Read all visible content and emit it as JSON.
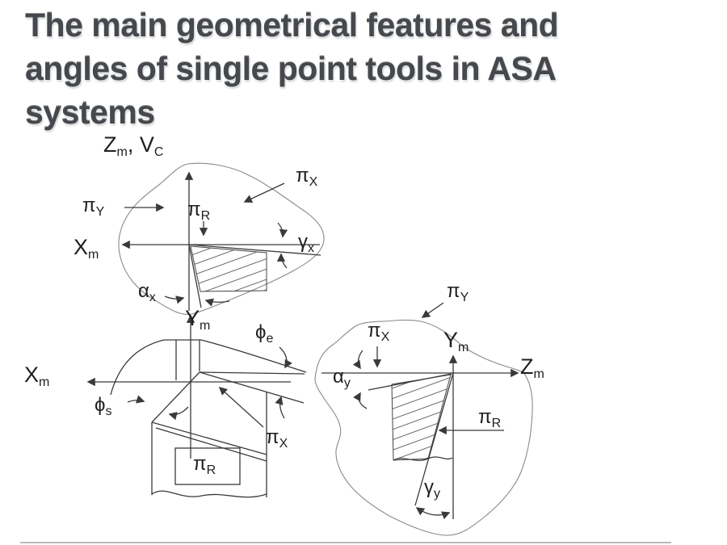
{
  "title": {
    "lines": [
      "The main geometrical features and",
      "angles of single point tools in ASA",
      "systems"
    ]
  },
  "colors": {
    "background": "#ffffff",
    "title_text": "#45494d",
    "diagram_line": "#3a3a3a",
    "blob_outline": "#8a8a8a",
    "divider": "#b7bbbf"
  },
  "labels": {
    "d1_axis_zv": {
      "p1": "Z",
      "s1": "m",
      "p2": ", ",
      "p3": "V",
      "s3": "C"
    },
    "d1_pi_y": {
      "main": "π",
      "sub": "Y"
    },
    "d1_pi_r": {
      "main": "π",
      "sub": "R"
    },
    "d1_pi_x": {
      "main": "π",
      "sub": "X"
    },
    "d1_x_m": {
      "main": "X",
      "sub": "m"
    },
    "d1_gamma_x": {
      "main": "γ",
      "sub": "x"
    },
    "d1_alpha_x": {
      "main": "α",
      "sub": "x"
    },
    "d12_y_m": {
      "main": "Y",
      "sub": "m"
    },
    "d2_phi_e": {
      "main": "ϕ",
      "sub": "e"
    },
    "d2_x_m": {
      "main": "X",
      "sub": "m"
    },
    "d2_phi_s": {
      "main": "ϕ",
      "sub": "s"
    },
    "d2_pi_x": {
      "main": "π",
      "sub": "X"
    },
    "d2_pi_r": {
      "main": "π",
      "sub": "R"
    },
    "d3_pi_y": {
      "main": "π",
      "sub": "Y"
    },
    "d3_pi_x": {
      "main": "π",
      "sub": "X"
    },
    "d3_y_m": {
      "main": "Y",
      "sub": "m"
    },
    "d3_z_m": {
      "main": "Z",
      "sub": "m"
    },
    "d3_alpha_y": {
      "main": "α",
      "sub": "y"
    },
    "d3_pi_r": {
      "main": "π",
      "sub": "R"
    },
    "d3_gamma_y": {
      "main": "γ",
      "sub": "y"
    }
  }
}
